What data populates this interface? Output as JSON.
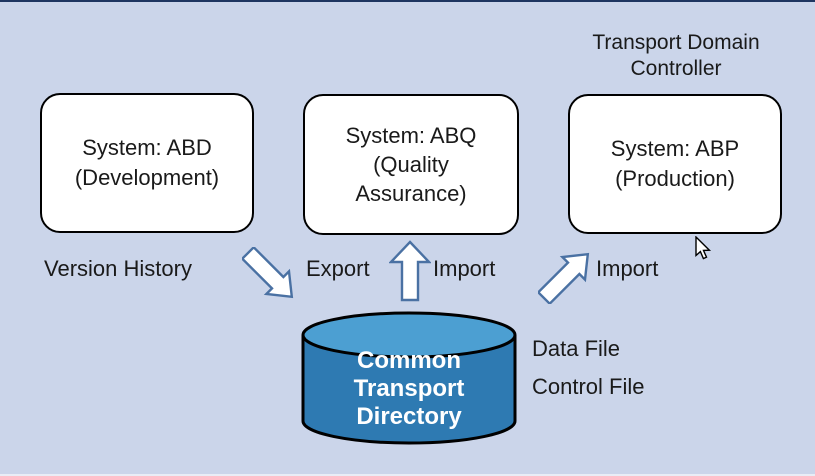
{
  "figure": {
    "title_lines": [
      "Transport Domain",
      "Controller"
    ],
    "systems": [
      {
        "name": "development-system",
        "lines": [
          "System: ABD",
          "(Development)"
        ]
      },
      {
        "name": "quality-assurance-system",
        "lines": [
          "System: ABQ",
          "(Quality",
          "Assurance)"
        ]
      },
      {
        "name": "production-system",
        "lines": [
          "System: ABP",
          "(Production)"
        ]
      }
    ],
    "labels": {
      "version_history": "Version History",
      "export": "Export",
      "import_middle": "Import",
      "import_right": "Import",
      "data_file": "Data File",
      "control_file": "Control File"
    },
    "cylinder": {
      "lines": [
        "Common",
        "Transport",
        "Directory"
      ]
    },
    "icons": {
      "export_arrow": "block-arrow-down-right",
      "import_arrow_middle": "block-arrow-up",
      "import_arrow_right": "block-arrow-up-right",
      "pointer": "mouse-cursor-arrow"
    },
    "colors": {
      "background": "#cbd5ea",
      "box_fill": "#ffffff",
      "box_border": "#000000",
      "arrow_fill": "#ffffff",
      "arrow_outline": "#4a71a3",
      "cylinder_body": "#2e7ab2",
      "cylinder_top": "#4c9fd2",
      "cylinder_outline": "#000000",
      "cylinder_text": "#ffffff",
      "text": "#1a1a1a"
    }
  }
}
